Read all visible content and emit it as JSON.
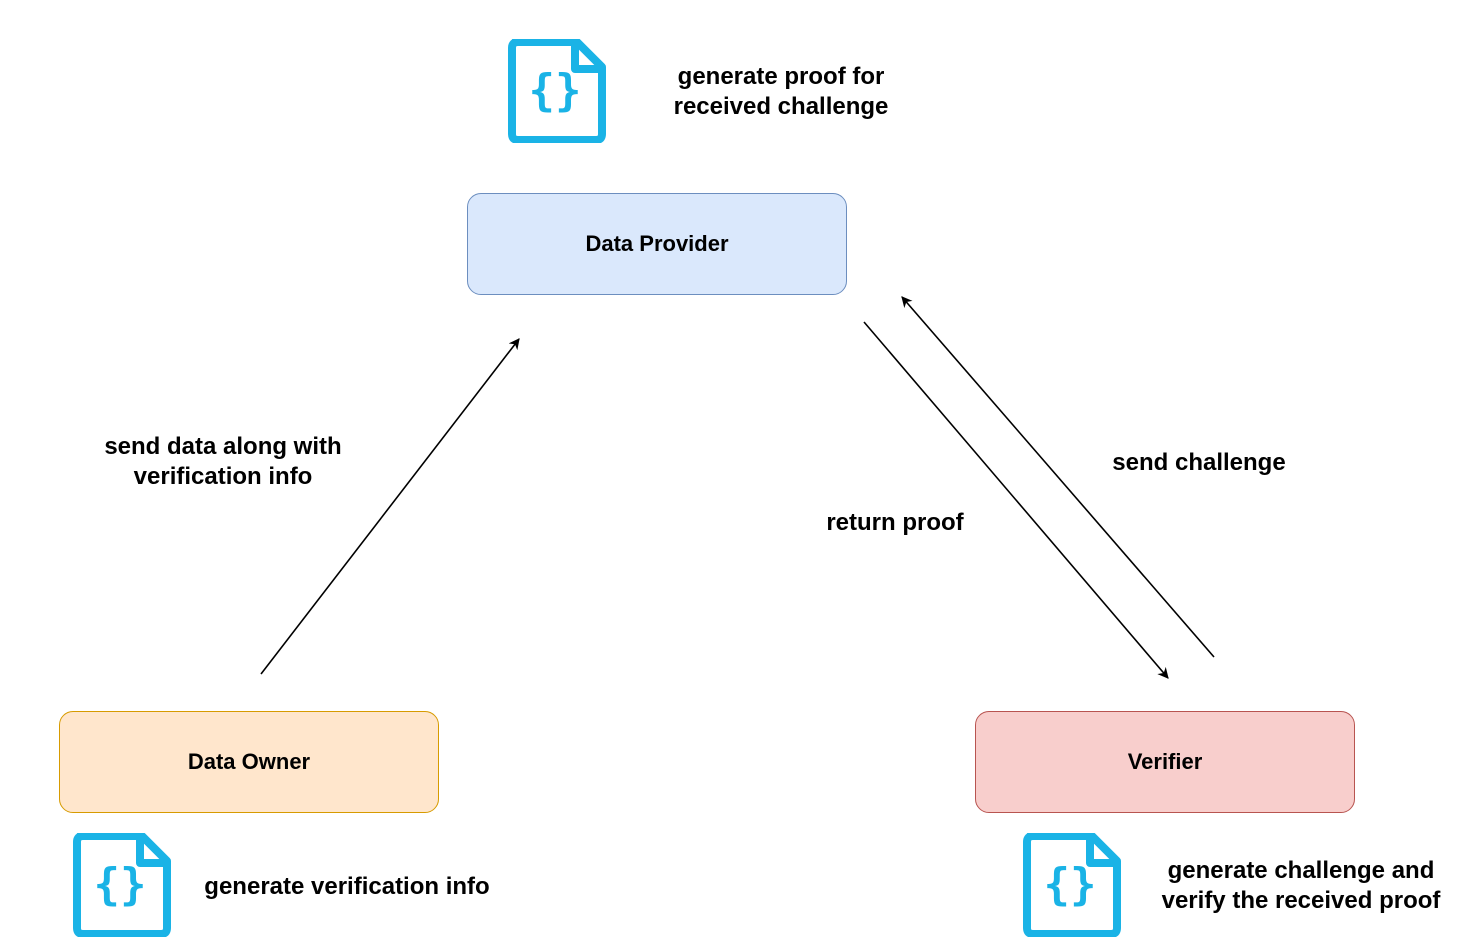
{
  "nodes": {
    "provider": {
      "label": "Data Provider",
      "fill": "#dae8fc",
      "stroke": "#6c8ebf"
    },
    "owner": {
      "label": "Data Owner",
      "fill": "#ffe6cc",
      "stroke": "#d79b00"
    },
    "verifier": {
      "label": "Verifier",
      "fill": "#f8cecc",
      "stroke": "#b85450"
    }
  },
  "edges": {
    "owner_to_provider": {
      "label_lines": [
        "send data along with",
        "verification info"
      ]
    },
    "verifier_to_provider": {
      "label": "send challenge"
    },
    "provider_to_verifier": {
      "label": "return proof"
    }
  },
  "tasks": {
    "provider": {
      "icon": "code-file-icon",
      "lines": [
        "generate proof for",
        "received challenge"
      ]
    },
    "owner": {
      "icon": "code-file-icon",
      "text": "generate verification info"
    },
    "verifier": {
      "icon": "code-file-icon",
      "lines": [
        "generate challenge and",
        "verify the received proof"
      ]
    }
  },
  "colors": {
    "icon": "#1ab3e6",
    "arrow": "#000000"
  }
}
